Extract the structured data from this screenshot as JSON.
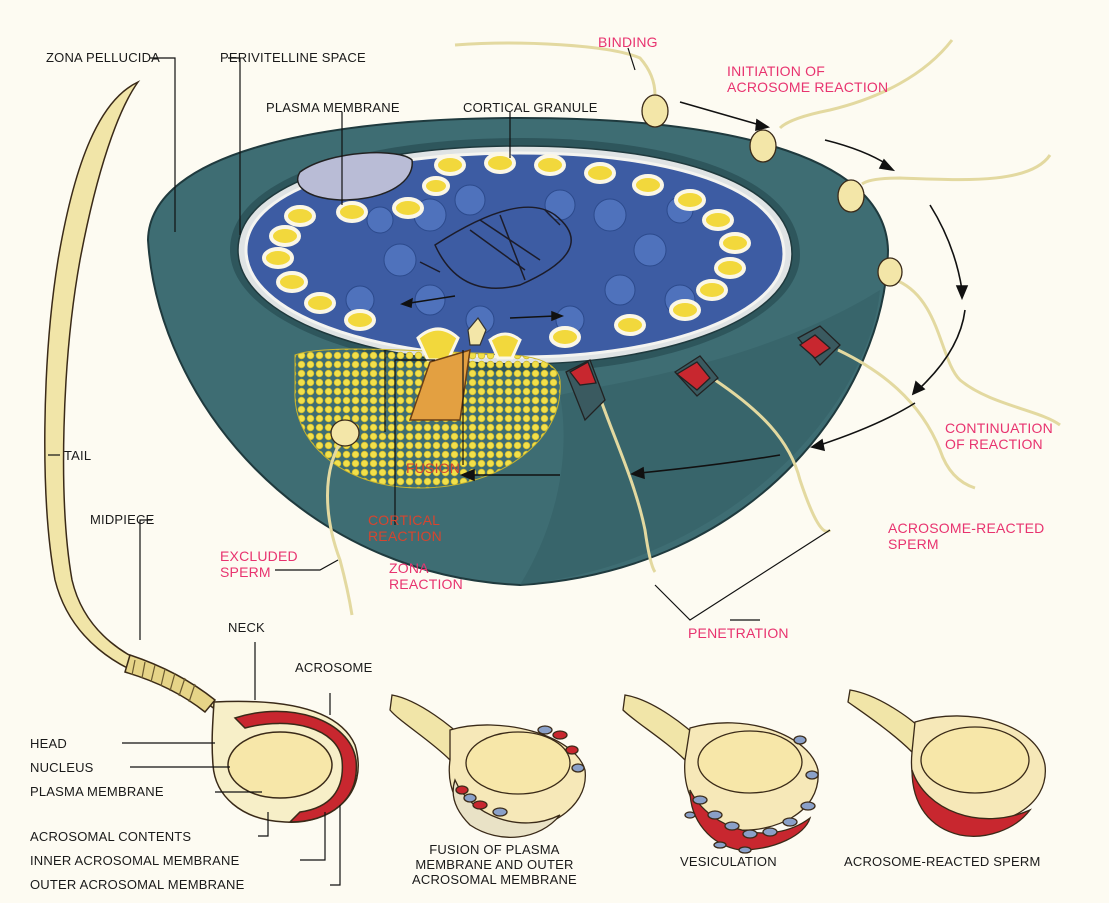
{
  "labels": {
    "zona_pellucida": "ZONA PELLUCIDA",
    "perivitelline_space": "PERIVITELLINE SPACE",
    "plasma_membrane_egg": "PLASMA MEMBRANE",
    "cortical_granule": "CORTICAL GRANULE",
    "binding": "BINDING",
    "initiation": "INITIATION OF\nACROSOME REACTION",
    "continuation": "CONTINUATION\nOF REACTION",
    "acrosome_reacted_sperm_top": "ACROSOME-REACTED\nSPERM",
    "penetration": "PENETRATION",
    "fusion": "FUSION",
    "cortical_reaction": "CORTICAL\nREACTION",
    "zona_reaction": "ZONA\nREACTION",
    "excluded_sperm": "EXCLUDED\nSPERM",
    "tail": "TAIL",
    "midpiece": "MIDPIECE",
    "neck": "NECK",
    "acrosome": "ACROSOME",
    "head": "HEAD",
    "nucleus": "NUCLEUS",
    "plasma_membrane_sperm": "PLASMA MEMBRANE",
    "acrosomal_contents": "ACROSOMAL CONTENTS",
    "inner_acrosomal_membrane": "INNER ACROSOMAL MEMBRANE",
    "outer_acrosomal_membrane": "OUTER ACROSOMAL MEMBRANE",
    "fusion_of_plasma": "FUSION OF PLASMA\nMEMBRANE AND OUTER\nACROSOMAL MEMBRANE",
    "vesiculation": "VESICULATION",
    "acrosome_reacted_sperm_bottom": "ACROSOME-REACTED SPERM"
  },
  "colors": {
    "zona": "#3f6e74",
    "zona_dark": "#2c5258",
    "cytoplasm": "#3c5ba3",
    "granule": "#f2d83c",
    "sperm_head": "#f3e6a8",
    "acrosome_red": "#c8272f",
    "vesicle": "#8aa0c8",
    "label_pink": "#e8336f"
  }
}
